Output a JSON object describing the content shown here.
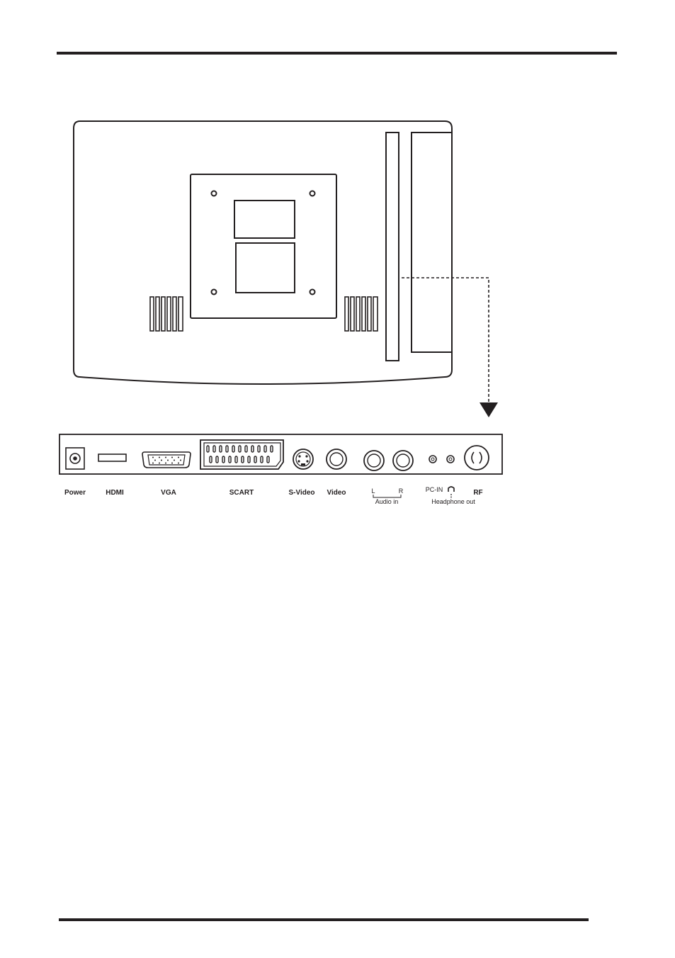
{
  "connectors": {
    "power": "Power",
    "hdmi": "HDMI",
    "vga": "VGA",
    "scart": "SCART",
    "svideo": "S-Video",
    "video": "Video",
    "audio_left": "L",
    "audio_right": "R",
    "audio_group": "Audio in",
    "pc_in": "PC-IN",
    "headphone_group": "Headphone out",
    "rf": "RF"
  },
  "colors": {
    "line": "#231f20",
    "background": "#ffffff"
  }
}
